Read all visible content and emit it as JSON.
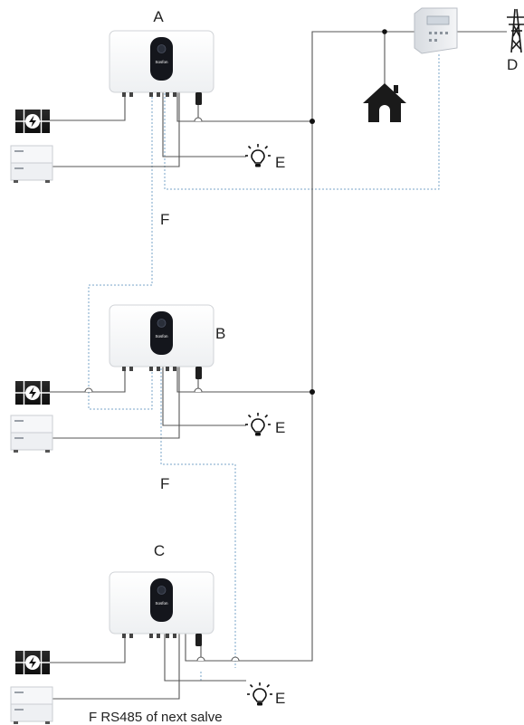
{
  "labels": {
    "inverter_a": "A",
    "inverter_b": "B",
    "inverter_c": "C",
    "grid": "D",
    "load_a": "E",
    "load_b": "E",
    "load_c": "E",
    "comm_ab": "F",
    "comm_bc": "F",
    "comm_next": "F RS485 of next salve"
  },
  "inverter_brand": "Sosfon",
  "icons": {
    "inverter": "inverter-icon",
    "solar_panel": "solar-panel-icon",
    "battery": "battery-icon",
    "load": "light-bulb-icon",
    "house": "house-icon",
    "meter": "energy-meter-icon",
    "grid_tower": "power-tower-icon"
  },
  "colors": {
    "wire": "#555555",
    "comm_line": "#7aa6c8",
    "inverter_screen": "#14161c",
    "house": "#1a1a1a"
  }
}
